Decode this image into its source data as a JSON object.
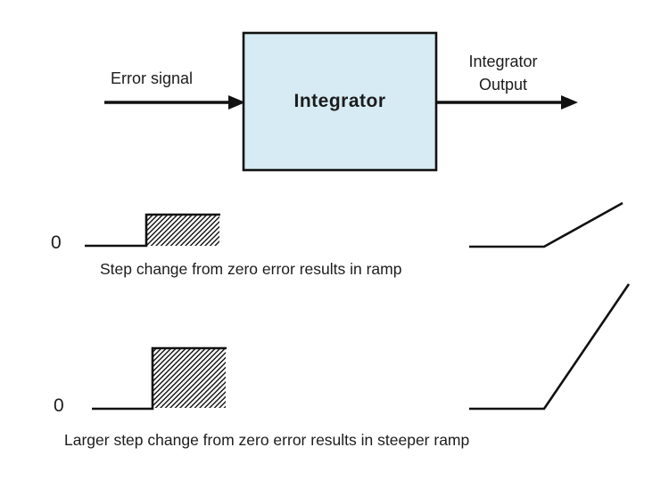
{
  "block_diagram": {
    "input_label": "Error signal",
    "block_label": "Integrator",
    "output_label": "Integrator Output"
  },
  "signal_rows": [
    {
      "zero_label": "0",
      "caption": "Step change from zero error results in ramp",
      "input_shape": "small step with hatched fill",
      "output_shape": "shallow ramp"
    },
    {
      "zero_label": "0",
      "caption": "Larger step change from zero error results in steeper ramp",
      "input_shape": "large step with hatched fill",
      "output_shape": "steep ramp"
    }
  ],
  "colors": {
    "box_fill": "#d6ebf3",
    "line": "#111111",
    "background": "#ffffff"
  }
}
